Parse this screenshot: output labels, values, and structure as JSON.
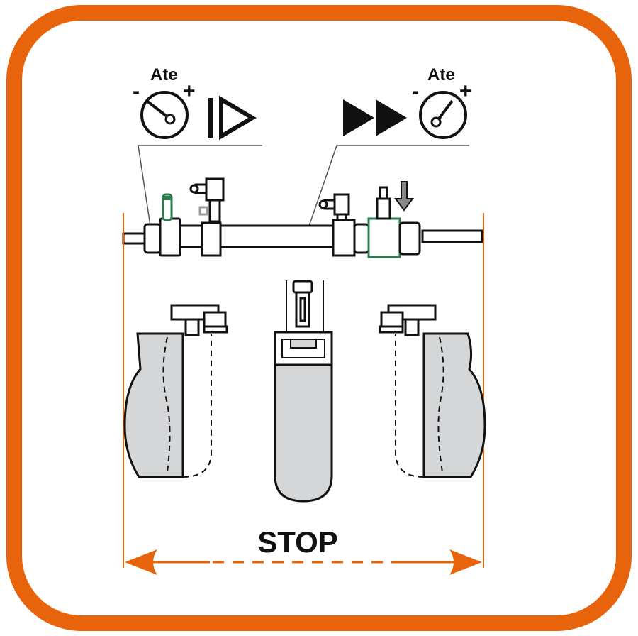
{
  "gauges": {
    "left": {
      "label": "Ate",
      "minus": "-",
      "plus": "+"
    },
    "right": {
      "label": "Ate",
      "minus": "-",
      "plus": "+"
    }
  },
  "dimension": {
    "label": "STOP"
  },
  "icons": {
    "gauge": "pressure-gauge-icon",
    "slow_forward": "slow-forward-icon",
    "fast_forward": "fast-forward-icon",
    "down_arrow": "down-arrow-icon"
  },
  "colors": {
    "frame": "#E8640C",
    "dimension": "#E8640C",
    "pad_fill": "#D4D6D8",
    "valve_accent": "#2E7D4F"
  }
}
